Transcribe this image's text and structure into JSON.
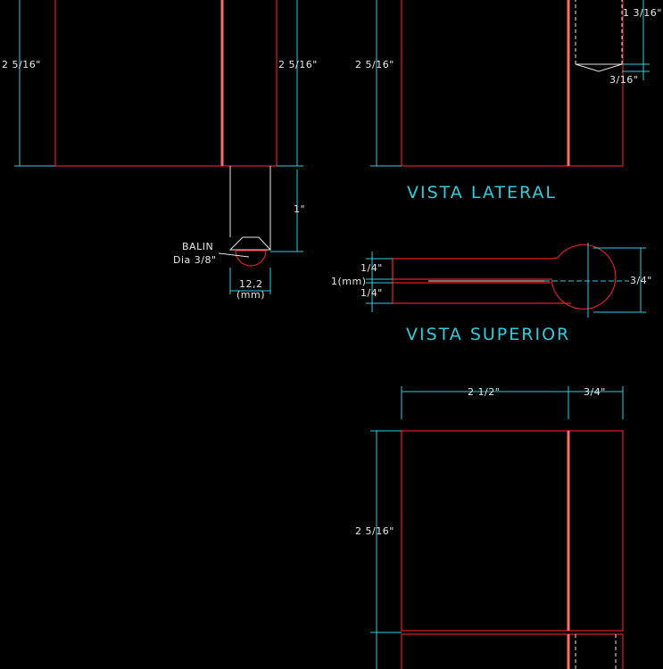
{
  "colors": {
    "background": "#000000",
    "outline": "#e0202a",
    "dimension": "#33ccdd",
    "text": "#e6e6e6",
    "highlight": "#ff6a6a"
  },
  "titles": {
    "lateral": "VISTA LATERAL",
    "superior": "VISTA SUPERIOR"
  },
  "front_view": {
    "height_left": "2 5/16\"",
    "height_right": "2 5/16\"",
    "pin_length": "1\"",
    "ball_label_line1": "BALIN",
    "ball_label_line2": "Dia 3/8\"",
    "pin_width_value": "12,2",
    "pin_width_unit": "(mm)"
  },
  "side_view": {
    "height": "2 5/16\"",
    "hole_depth": "1 3/16\"",
    "tip": "3/16\""
  },
  "top_view": {
    "upper": "1/4\"",
    "gap": "1(mm)",
    "lower": "1/4\"",
    "diameter": "3/4\""
  },
  "bottom_view": {
    "width_main": "2 1/2\"",
    "width_side": "3/4\"",
    "height": "2 5/16\""
  }
}
